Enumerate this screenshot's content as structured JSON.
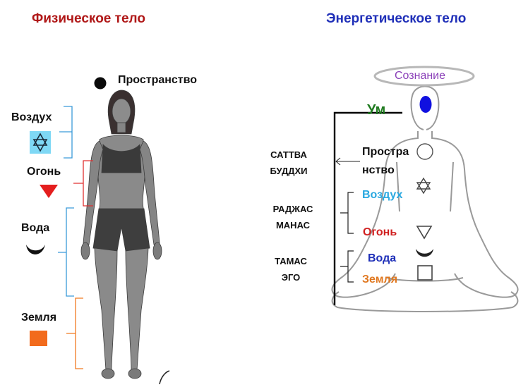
{
  "left_panel": {
    "title": "Физическое тело",
    "top_element": "Пространство",
    "elements": [
      {
        "label": "Воздух",
        "icon": "star-of-david-icon",
        "color": "#7fd8f5"
      },
      {
        "label": "Огонь",
        "icon": "down-triangle-icon",
        "color": "#e41e1e"
      },
      {
        "label": "Вода",
        "icon": "crescent-icon",
        "color": "#111111"
      },
      {
        "label": "Земля",
        "icon": "square-icon",
        "color": "#f26b1d"
      }
    ],
    "bracket_colors": [
      "#3a9ad9",
      "#e03030",
      "#3a9ad9",
      "#f07a20"
    ]
  },
  "right_panel": {
    "title": "Энергетическое тело",
    "halo_label": "Сознание",
    "mind_label": "Ум",
    "space_label_1": "Простра",
    "space_label_2": "нство",
    "air_label": "Воздух",
    "fire_label": "Огонь",
    "water_label": "Вода",
    "earth_label": "Земля",
    "gunas": [
      {
        "line1": "САТТВА",
        "line2": "БУДДХИ"
      },
      {
        "line1": "РАДЖАС",
        "line2": "МАНАС"
      },
      {
        "line1": "ТАМАС",
        "line2": "ЭГО"
      }
    ],
    "colors": {
      "halo_text": "#8a3fb8",
      "mind": "#1f7a1f",
      "air": "#2aa8e0",
      "fire": "#d02020",
      "water": "#1e2fb8",
      "earth": "#e07820",
      "third_eye": "#1010e0"
    }
  }
}
